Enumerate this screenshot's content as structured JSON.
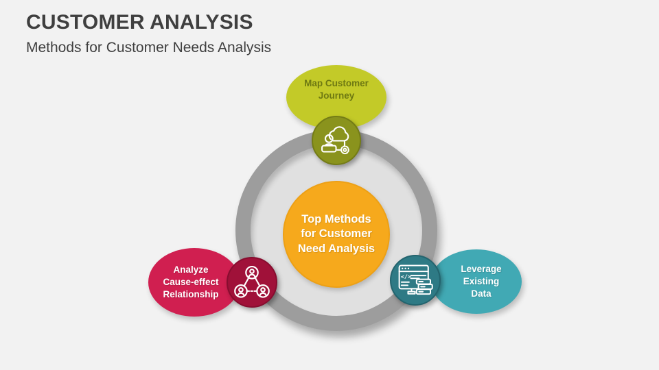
{
  "slide": {
    "title": "CUSTOMER ANALYSIS",
    "subtitle": "Methods for Customer Needs Analysis",
    "background_color": "#F2F2F2",
    "text_color": "#3F3F3F"
  },
  "diagram": {
    "ring_color": "#9D9D9D",
    "disk_color": "#E0E0E0",
    "center_circle": {
      "color": "#F6A91C",
      "text_color": "#FFFFFF",
      "lines": [
        "Top Methods",
        "for Customer",
        "Need Analysis"
      ]
    },
    "nodes": [
      {
        "id": "map-customer-journey",
        "lines": [
          "Map Customer",
          "Journey"
        ],
        "ellipse_color": "#C3CA28",
        "label_color": "#6E7912",
        "icon_circle_color": "#8A931D",
        "icon": "customer-journey-cloud-gear-icon"
      },
      {
        "id": "analyze-cause-effect-relationship",
        "lines": [
          "Analyze",
          "Cause-effect",
          "Relationship"
        ],
        "ellipse_color": "#D01F50",
        "label_color": "#FFFFFF",
        "icon_circle_color": "#A01139",
        "icon": "people-network-icon"
      },
      {
        "id": "leverage-existing-data",
        "lines": [
          "Leverage",
          "Existing",
          "Data"
        ],
        "ellipse_color": "#41A9B4",
        "label_color": "#FFFFFF",
        "icon_circle_color": "#2E7A85",
        "icon": "browser-database-icon"
      }
    ]
  }
}
